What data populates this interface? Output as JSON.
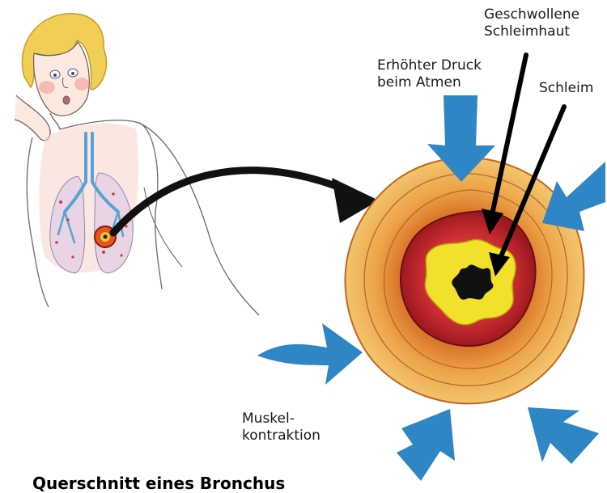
{
  "labels": {
    "swollen_mucosa": [
      "Geschwollene",
      "Schleimhaut"
    ],
    "increased_pressure": [
      "Erhöhter Druck",
      "beim Atmen"
    ],
    "mucus": "Schleim",
    "muscle_contraction": [
      "Muskel-",
      "kontraktion"
    ],
    "caption": "Querschnitt eines Bronchus"
  },
  "colors": {
    "arrow_blue": "#2e86c4",
    "bronchus_orange": "#e89a3c",
    "mucosa_red": "#c4202a",
    "mucus_yellow": "#f2e02a",
    "lumen_black": "#111111"
  }
}
